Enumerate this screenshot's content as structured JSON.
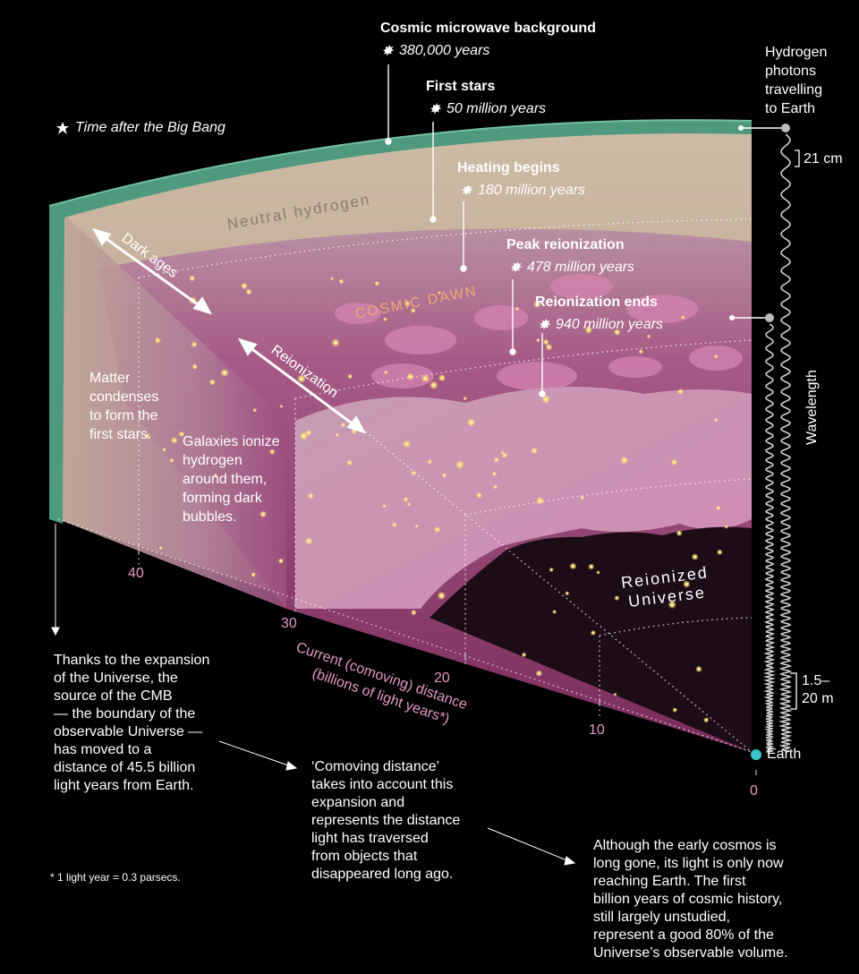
{
  "legend": {
    "time_after_big_bang": "Time after the Big Bang"
  },
  "epochs": [
    {
      "name": "Cosmic microwave background",
      "time": "380,000 years"
    },
    {
      "name": "First stars",
      "time": "50 million years"
    },
    {
      "name": "Heating begins",
      "time": "180 million years"
    },
    {
      "name": "Peak reionization",
      "time": "478 million years"
    },
    {
      "name": "Reionization ends",
      "time": "940 million years"
    }
  ],
  "photons": {
    "title_lines": [
      "Hydrogen",
      "photons",
      "travelling",
      "to Earth"
    ],
    "wavelength_top": "21 cm",
    "wavelength_bottom_lines": [
      "1.5–",
      "20 m"
    ],
    "axis_label": "Wavelength",
    "earth": "Earth"
  },
  "regions": {
    "neutral_hydrogen": "Neutral hydrogen",
    "cosmic_dawn": "COSMIC DAWN",
    "dark_ages": "Dark ages",
    "reionization": "Reionization",
    "reionized_lines": [
      "Reionized",
      "Universe"
    ]
  },
  "notes": {
    "matter_condenses": [
      "Matter",
      "condenses",
      "to form the",
      "first stars."
    ],
    "galaxies_ionize": [
      "Galaxies ionize",
      "hydrogen",
      "around them,",
      "forming dark",
      "bubbles."
    ],
    "cmb_expansion": [
      "Thanks to the expansion",
      "of the Universe, the",
      "source of the CMB",
      "— the boundary of the",
      "observable Universe —",
      "has moved to a",
      "distance of 45.5 billion",
      "light years from Earth."
    ],
    "comoving": [
      "‘Comoving distance’",
      "takes into account this",
      "expansion and",
      "represents the distance",
      "light has traversed",
      "from objects that",
      "disappeared long ago."
    ],
    "early_cosmos": [
      "Although the early cosmos is",
      "long gone, its light is only now",
      "reaching Earth. The first",
      "billion years of cosmic history,",
      "still largely unstudied,",
      "represent a good 80% of the",
      "Universe’s observable volume."
    ],
    "footnote": "1 light year = 0.3 parsecs."
  },
  "axis": {
    "title_lines": [
      "Current (comoving) distance",
      "(billions of light years*)"
    ],
    "ticks": [
      "40",
      "30",
      "20",
      "10",
      "0"
    ]
  },
  "colors": {
    "background": "#000000",
    "shell": "#4f9a7e",
    "neutral": "#c8b6a1",
    "dawn": "#a7507f",
    "bubbles": "#d77fae",
    "reionized": "#1c0c16",
    "stars": "#ffe88a",
    "accent_pink": "#e49ac0",
    "earth": "#39c3c6"
  }
}
